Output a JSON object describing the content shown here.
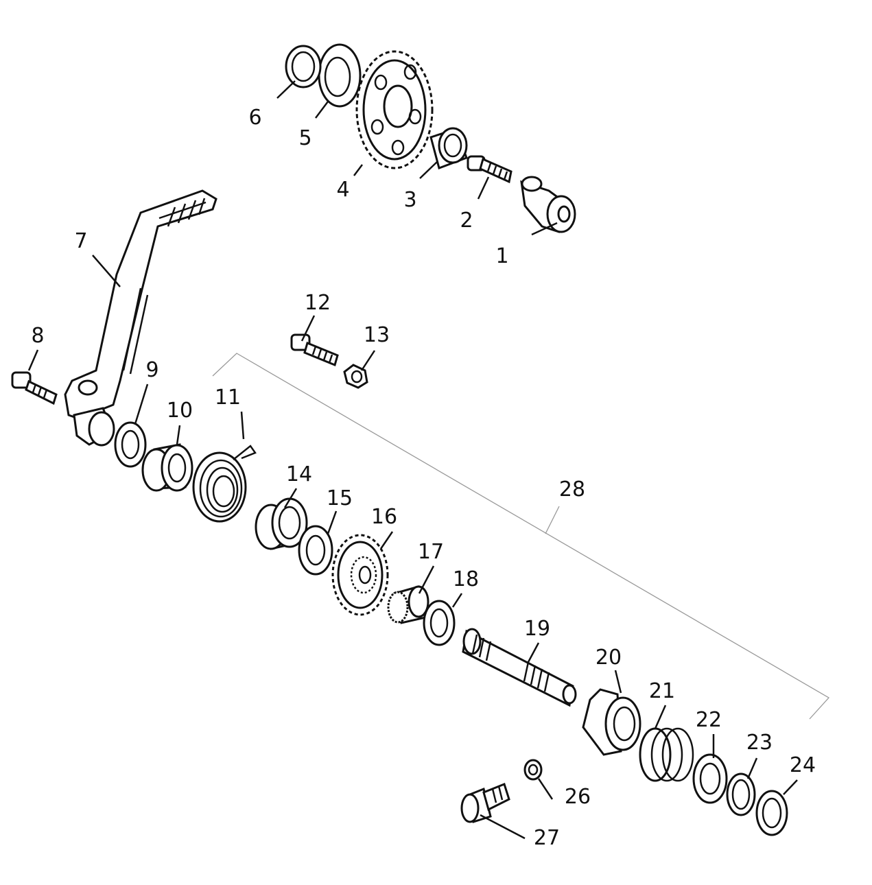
{
  "diagram": {
    "type": "exploded-parts-view",
    "colors": {
      "line": "#111111",
      "bracket": "#999999",
      "background": "#ffffff"
    },
    "labels": [
      "1",
      "2",
      "3",
      "4",
      "5",
      "6",
      "7",
      "8",
      "9",
      "10",
      "11",
      "12",
      "13",
      "14",
      "15",
      "16",
      "17",
      "18",
      "19",
      "20",
      "21",
      "22",
      "23",
      "24",
      "26",
      "27",
      "28"
    ]
  }
}
